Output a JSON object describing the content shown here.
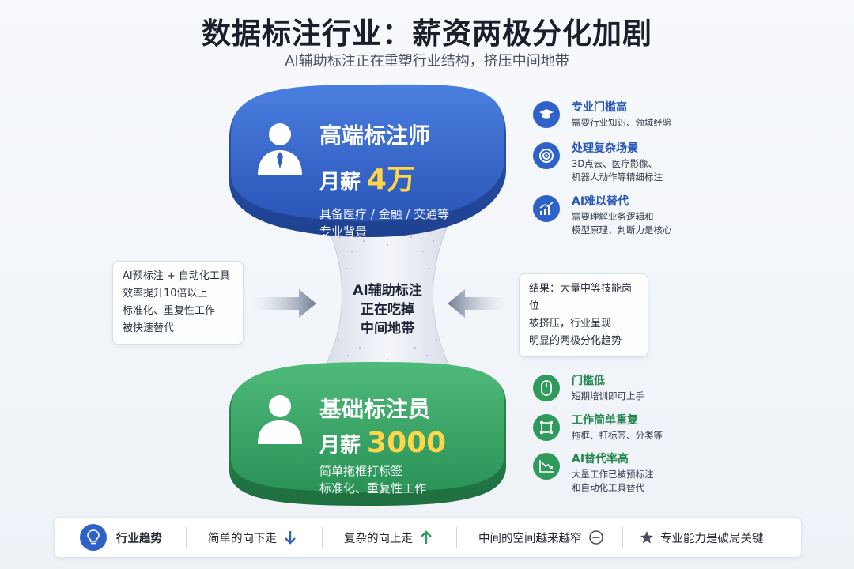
{
  "header": {
    "title": "数据标注行业：薪资两极分化加剧",
    "subtitle": "AI辅助标注正在重塑行业结构，挤压中间地带"
  },
  "colors": {
    "blue": "#2f62c9",
    "green": "#2f9a5c",
    "gold": "#ffd54a"
  },
  "top_card": {
    "title": "高端标注师",
    "salary_label": "月薪",
    "salary_value": "4万",
    "desc_lines": [
      "具备医疗 / 金融 / 交通等",
      "专业背景"
    ],
    "icon": "person-tie-icon"
  },
  "bottom_card": {
    "title": "基础标注员",
    "salary_label": "月薪",
    "salary_value": "3000",
    "desc_lines": [
      "简单拖框打标签",
      "标准化、重复性工作"
    ],
    "icon": "person-icon"
  },
  "middle": {
    "lines": [
      "AI辅助标注",
      "正在吃掉",
      "中间地带"
    ]
  },
  "left_box": {
    "lines": [
      "AI预标注 + 自动化工具",
      "效率提升10倍以上",
      "标准化、重复性工作",
      "被快速替代"
    ]
  },
  "right_box": {
    "lines": [
      "结果：大量中等技能岗位",
      "被挤压，行业呈现",
      "明显的两极分化趋势"
    ]
  },
  "top_features": [
    {
      "title": "专业门槛高",
      "desc": [
        "需要行业知识、领域经验"
      ],
      "icon": "graduation-cap-icon"
    },
    {
      "title": "处理复杂场景",
      "desc": [
        "3D点云、医疗影像、",
        "机器人动作等精细标注"
      ],
      "icon": "target-icon"
    },
    {
      "title": "AI难以替代",
      "desc": [
        "需要理解业务逻辑和",
        "模型原理，判断力是核心"
      ],
      "icon": "chart-up-icon"
    }
  ],
  "bottom_features": [
    {
      "title": "门槛低",
      "desc": [
        "短期培训即可上手"
      ],
      "icon": "mouse-icon"
    },
    {
      "title": "工作简单重复",
      "desc": [
        "拖框、打标签、分类等"
      ],
      "icon": "bounding-box-icon"
    },
    {
      "title": "AI替代率高",
      "desc": [
        "大量工作已被预标注",
        "和自动化工具替代"
      ],
      "icon": "chart-down-icon"
    }
  ],
  "trend": {
    "label": "行业趋势",
    "icon": "lightbulb-icon",
    "items": [
      {
        "text": "简单的向下走",
        "icon": "arrow-down-icon"
      },
      {
        "text": "复杂的向上走",
        "icon": "arrow-up-icon"
      },
      {
        "text": "中间的空间越来越窄",
        "icon": "minus-circle-icon"
      },
      {
        "text": "专业能力是破局关键",
        "icon": "star-icon"
      }
    ]
  }
}
